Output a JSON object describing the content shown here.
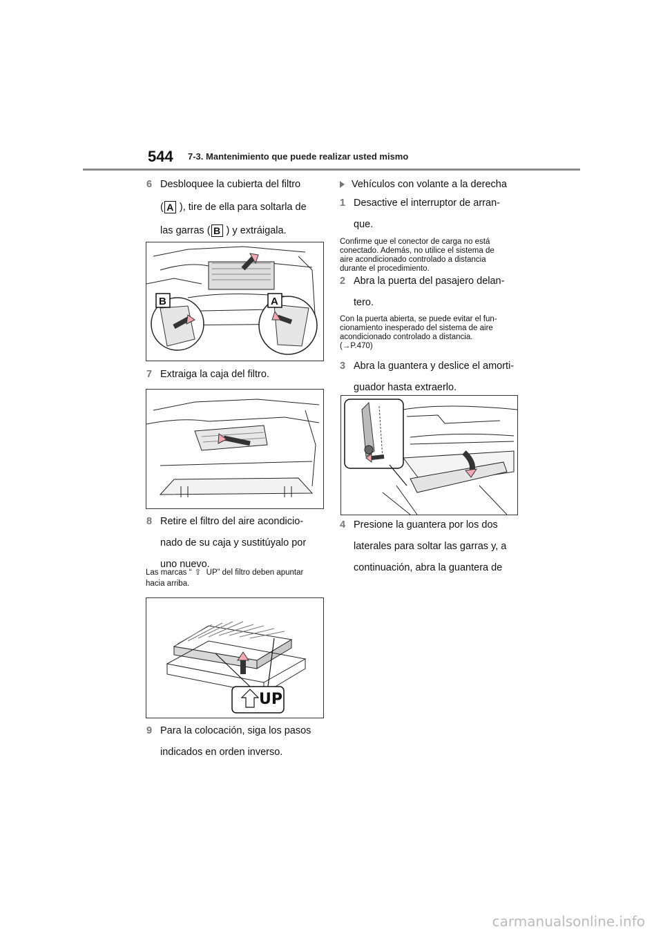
{
  "header": {
    "page_number": "544",
    "section": "7-3. Mantenimiento que puede realizar usted mismo"
  },
  "left": {
    "step6": {
      "num": "6",
      "line1": "Desbloquee la cubierta del filtro",
      "line2a": "(",
      "label_a": "A",
      "line2b": " ), tire de ella para soltarla de",
      "line3a": "las garras (",
      "label_b": "B",
      "line3b": " ) y extráigala."
    },
    "figure1": {
      "label_b": "B",
      "label_a": "A"
    },
    "step7": {
      "num": "7",
      "line1": "Extraiga la caja del filtro."
    },
    "step8": {
      "num": "8",
      "line1": "Retire el filtro del aire acondicio-",
      "line2": "nado de su caja y sustitúyalo por",
      "line3": "uno nuevo."
    },
    "note8": {
      "line1a": "Las marcas “",
      "line1b": " UP” del filtro deben apuntar",
      "line2": "hacia arriba."
    },
    "figure3": {
      "up_label": "UP"
    },
    "step9": {
      "num": "9",
      "line1": "Para la colocación, siga los pasos",
      "line2": "indicados en orden inverso."
    }
  },
  "right": {
    "heading": "Vehículos con volante a la derecha",
    "step1": {
      "num": "1",
      "line1": "Desactive el interruptor de arran-",
      "line2": "que."
    },
    "note1": {
      "line1": "Confirme que el conector de carga no está",
      "line2": "conectado. Además, no utilice el sistema de",
      "line3": "aire acondicionado controlado a distancia",
      "line4": "durante el procedimiento."
    },
    "step2": {
      "num": "2",
      "line1": "Abra la puerta del pasajero delan-",
      "line2": "tero."
    },
    "note2": {
      "line1": "Con la puerta abierta, se puede evitar el fun-",
      "line2": "cionamiento inesperado del sistema de aire",
      "line3": "acondicionado controlado a distancia.",
      "line4": "(→P.470)"
    },
    "step3": {
      "num": "3",
      "line1": "Abra la guantera y deslice el amorti-",
      "line2": "guador hasta extraerlo."
    },
    "step4": {
      "num": "4",
      "line1": "Presione la guantera por los dos",
      "line2": "laterales para soltar las garras y, a",
      "line3": "continuación, abra la guantera de"
    }
  },
  "footer": {
    "watermark": "carmanualsonline.info"
  }
}
